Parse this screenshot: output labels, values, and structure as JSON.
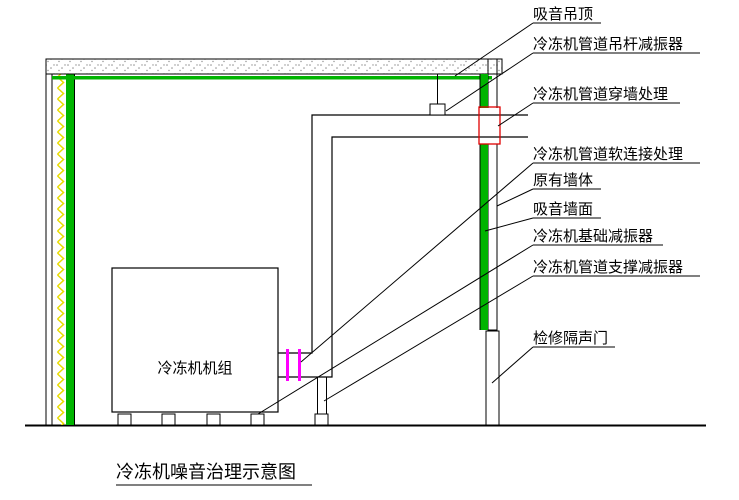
{
  "title": "冷冻机噪音治理示意图",
  "machine_label": "冷冻机机组",
  "callouts": [
    "吸音吊顶",
    "冷冻机管道吊杆减振器",
    "冷冻机管道穿墙处理",
    "冷冻机管道软连接处理",
    "原有墙体",
    "吸音墙面",
    "冷冻机基础减振器",
    "冷冻机管道支撑减振器",
    "检修隔声门"
  ],
  "colors": {
    "absorber_green": "#00b400",
    "insulation_yellow": "#e8dc00",
    "flex_magenta": "#ff00ff",
    "penetration_red": "#e00000",
    "line_black": "#000000",
    "background": "#ffffff"
  }
}
